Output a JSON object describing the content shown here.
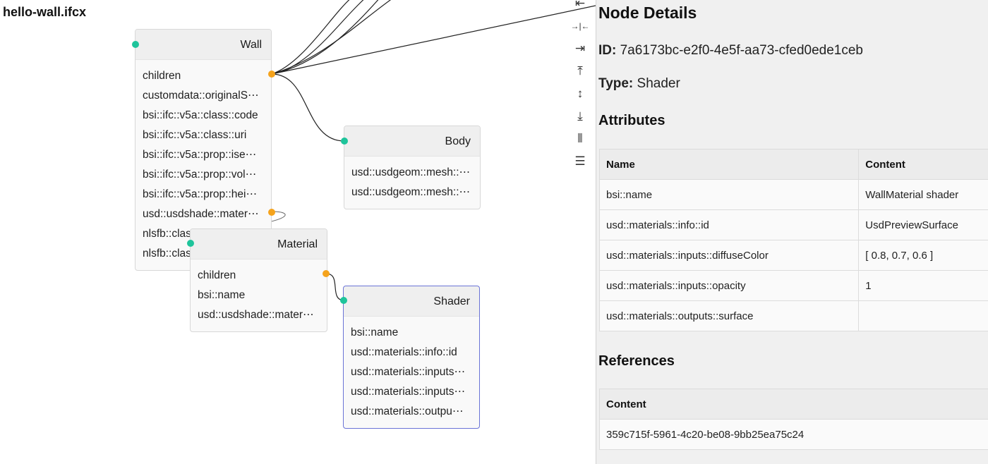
{
  "canvas": {
    "filename": "hello-wall.ifcx",
    "nodes": {
      "wall": {
        "title": "Wall",
        "rows": [
          "children",
          "customdata::originalS⋯",
          "bsi::ifc::v5a::class::code",
          "bsi::ifc::v5a::class::uri",
          "bsi::ifc::v5a::prop::ise⋯",
          "bsi::ifc::v5a::prop::vol⋯",
          "bsi::ifc::v5a::prop::hei⋯",
          "usd::usdshade::mater⋯",
          "nlsfb::class",
          "nlsfb::class"
        ]
      },
      "body": {
        "title": "Body",
        "rows": [
          "usd::usdgeom::mesh::⋯",
          "usd::usdgeom::mesh::⋯"
        ]
      },
      "material": {
        "title": "Material",
        "rows": [
          "children",
          "bsi::name",
          "usd::usdshade::mater⋯"
        ]
      },
      "shader": {
        "title": "Shader",
        "rows": [
          "bsi::name",
          "usd::materials::info::id",
          "usd::materials::inputs⋯",
          "usd::materials::inputs⋯",
          "usd::materials::outpu⋯"
        ]
      }
    },
    "colors": {
      "input_port": "#1ec49b",
      "output_port": "#f5a31c",
      "selected_border": "#6a73d6"
    }
  },
  "toolbar": {
    "tools": [
      {
        "name": "align-left",
        "glyph": "⇤"
      },
      {
        "name": "align-center-horizontal",
        "glyph": "→|←"
      },
      {
        "name": "align-right",
        "glyph": "⇥"
      },
      {
        "name": "align-top",
        "glyph": "⤒"
      },
      {
        "name": "align-center-vertical",
        "glyph": "↕"
      },
      {
        "name": "align-bottom",
        "glyph": "⤓"
      },
      {
        "name": "distribute-horizontal",
        "glyph": "⫴"
      },
      {
        "name": "distribute-vertical",
        "glyph": "☰"
      }
    ]
  },
  "details": {
    "title": "Node Details",
    "id_label": "ID:",
    "id_value": "7a6173bc-e2f0-4e5f-aa73-cfed0ede1ceb",
    "type_label": "Type:",
    "type_value": "Shader",
    "attributes_heading": "Attributes",
    "attributes": {
      "headers": [
        "Name",
        "Content"
      ],
      "rows": [
        [
          "bsi::name",
          "WallMaterial shader"
        ],
        [
          "usd::materials::info::id",
          "UsdPreviewSurface"
        ],
        [
          "usd::materials::inputs::diffuseColor",
          "[ 0.8, 0.7, 0.6 ]"
        ],
        [
          "usd::materials::inputs::opacity",
          "1"
        ],
        [
          "usd::materials::outputs::surface",
          ""
        ]
      ]
    },
    "references_heading": "References",
    "references": {
      "headers": [
        "Content"
      ],
      "rows": [
        [
          "359c715f-5961-4c20-be08-9bb25ea75c24"
        ]
      ]
    }
  }
}
